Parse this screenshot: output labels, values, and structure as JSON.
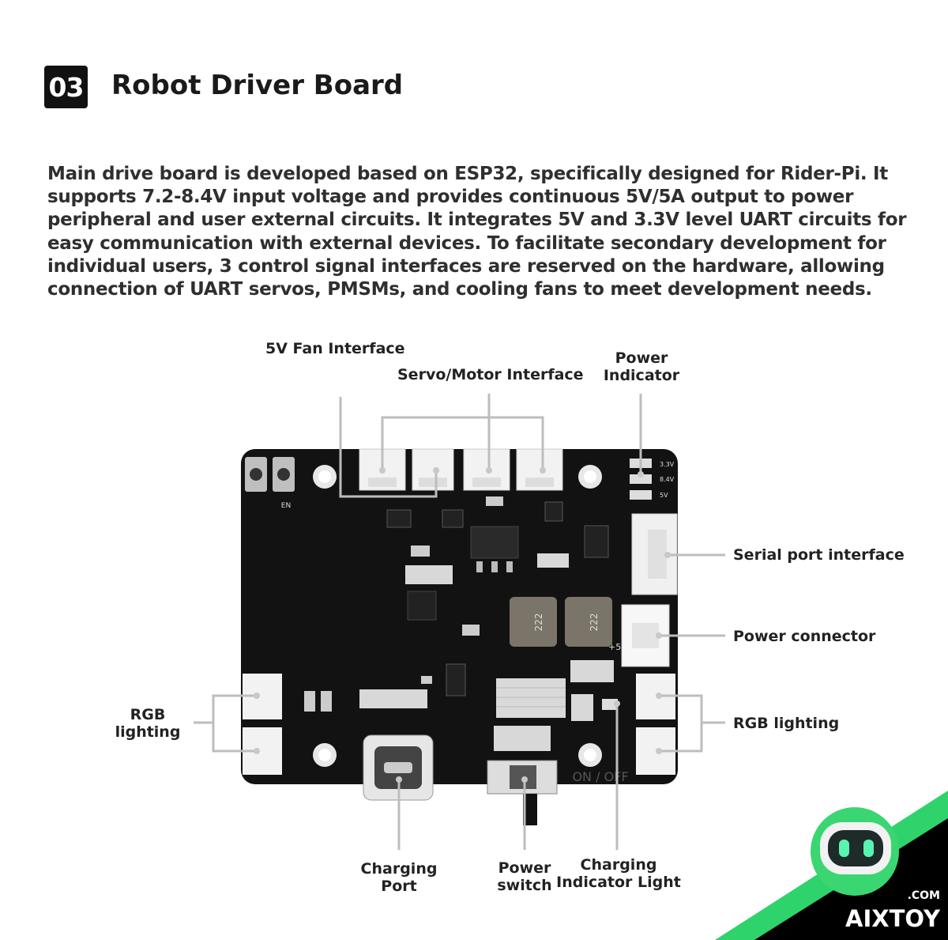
{
  "header": {
    "number": "03",
    "title": "Robot Driver Board"
  },
  "description": "Main drive board is developed based on ESP32, specifically designed for Rider-Pi. It supports 7.2-8.4V input voltage and provides continuous 5V/5A output to power peripheral and user external circuits. It integrates 5V and 3.3V level UART circuits for easy communication with external devices. To facilitate secondary development for individual users, 3 control signal interfaces are reserved on the hardware, allowing connection of UART servos, PMSMs, and cooling fans to meet development needs.",
  "callouts": {
    "fan": "5V Fan Interface",
    "servo": "Servo/Motor Interface",
    "power_indicator": [
      "Power",
      "Indicator"
    ],
    "serial": "Serial port interface",
    "power_connector": "Power connector",
    "rgb_right": "RGB lighting",
    "rgb_left": [
      "RGB",
      "lighting"
    ],
    "charging_port": [
      "Charging",
      "Port"
    ],
    "power_switch": [
      "Power",
      "switch"
    ],
    "charging_light": [
      "Charging",
      "Indicator Light"
    ]
  },
  "board": {
    "button_label": "EN",
    "voltage_labels": [
      "3.3V",
      "8.4V",
      "5V"
    ],
    "inductor_label": "222",
    "switch_label": "ON / OFF",
    "plus_label": "+5"
  },
  "brand": {
    "name": "AIXTOY",
    "suffix": ".COM",
    "accent": "#2fd36b"
  },
  "colors": {
    "board": "#121212",
    "callout_line": "#bdbdbd",
    "text": "#222222"
  }
}
